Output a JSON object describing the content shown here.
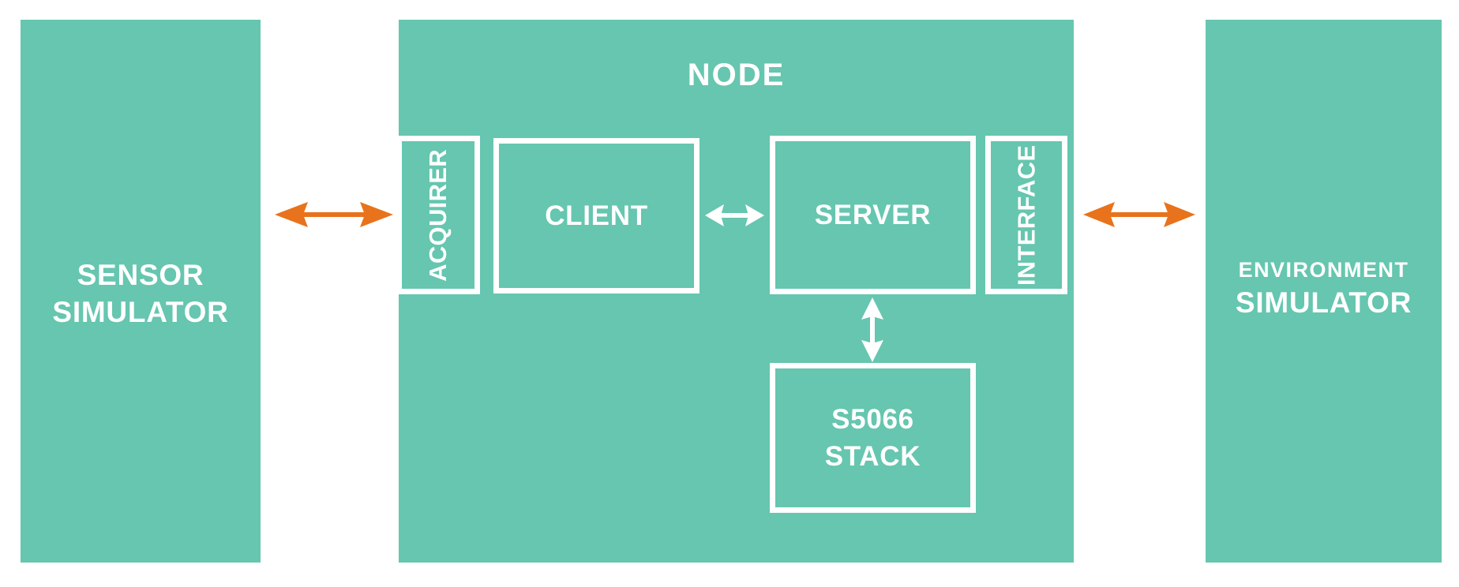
{
  "diagram": {
    "title": "NODE",
    "colors": {
      "panel_green": "#66C6AF",
      "accent_orange": "#E8731C",
      "stroke_white": "#FFFFFF"
    },
    "left_panel": {
      "line1": "SENSOR",
      "line2": "SIMULATOR"
    },
    "right_panel": {
      "line1": "ENVIRONMENT",
      "line2": "SIMULATOR"
    },
    "node": {
      "title": "NODE",
      "blocks": {
        "acquirer": "ACQUIRER",
        "client": "CLIENT",
        "server": "SERVER",
        "interface": "INTERFACE",
        "stack_line1": "S5066",
        "stack_line2": "STACK"
      }
    },
    "connectors": [
      {
        "name": "sensor-to-acquirer",
        "style": "double-arrow",
        "orientation": "horizontal",
        "color": "#E8731C"
      },
      {
        "name": "client-to-server",
        "style": "double-arrow",
        "orientation": "horizontal",
        "color": "#FFFFFF"
      },
      {
        "name": "server-to-stack",
        "style": "double-arrow",
        "orientation": "vertical",
        "color": "#FFFFFF"
      },
      {
        "name": "interface-to-environment",
        "style": "double-arrow",
        "orientation": "horizontal",
        "color": "#E8731C"
      }
    ]
  }
}
